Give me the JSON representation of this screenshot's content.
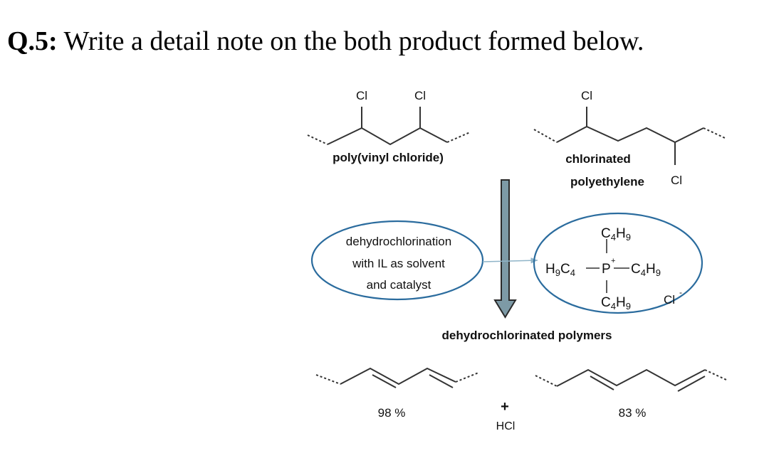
{
  "question": {
    "number": "Q.5:",
    "text": "Write a detail note on the both product formed below."
  },
  "reactants": {
    "pvc_name": "poly(vinyl chloride)",
    "cpe_name_line1": "chlorinated",
    "cpe_name_line2": "polyethylene",
    "cl": "Cl"
  },
  "conditions": {
    "line1": "dehydrochlorination",
    "line2": "with IL as solvent",
    "line3": "and catalyst"
  },
  "ionic_liquid": {
    "top": "C4H9",
    "left": "H9C4",
    "center": "P",
    "charge": "+",
    "right": "C4H9",
    "bottom": "C4H9",
    "anion": "Cl",
    "anion_charge": "-"
  },
  "products": {
    "label": "dehydrochlorinated polymers",
    "yield_left": "98 %",
    "yield_right": "83 %",
    "plus": "+",
    "byproduct": "HCl"
  },
  "colors": {
    "ellipse_stroke": "#2b6c9e",
    "arrow_fill": "#7d9aa6",
    "arrow_stroke": "#2a2a2a",
    "pointer": "#8fb4c8"
  }
}
